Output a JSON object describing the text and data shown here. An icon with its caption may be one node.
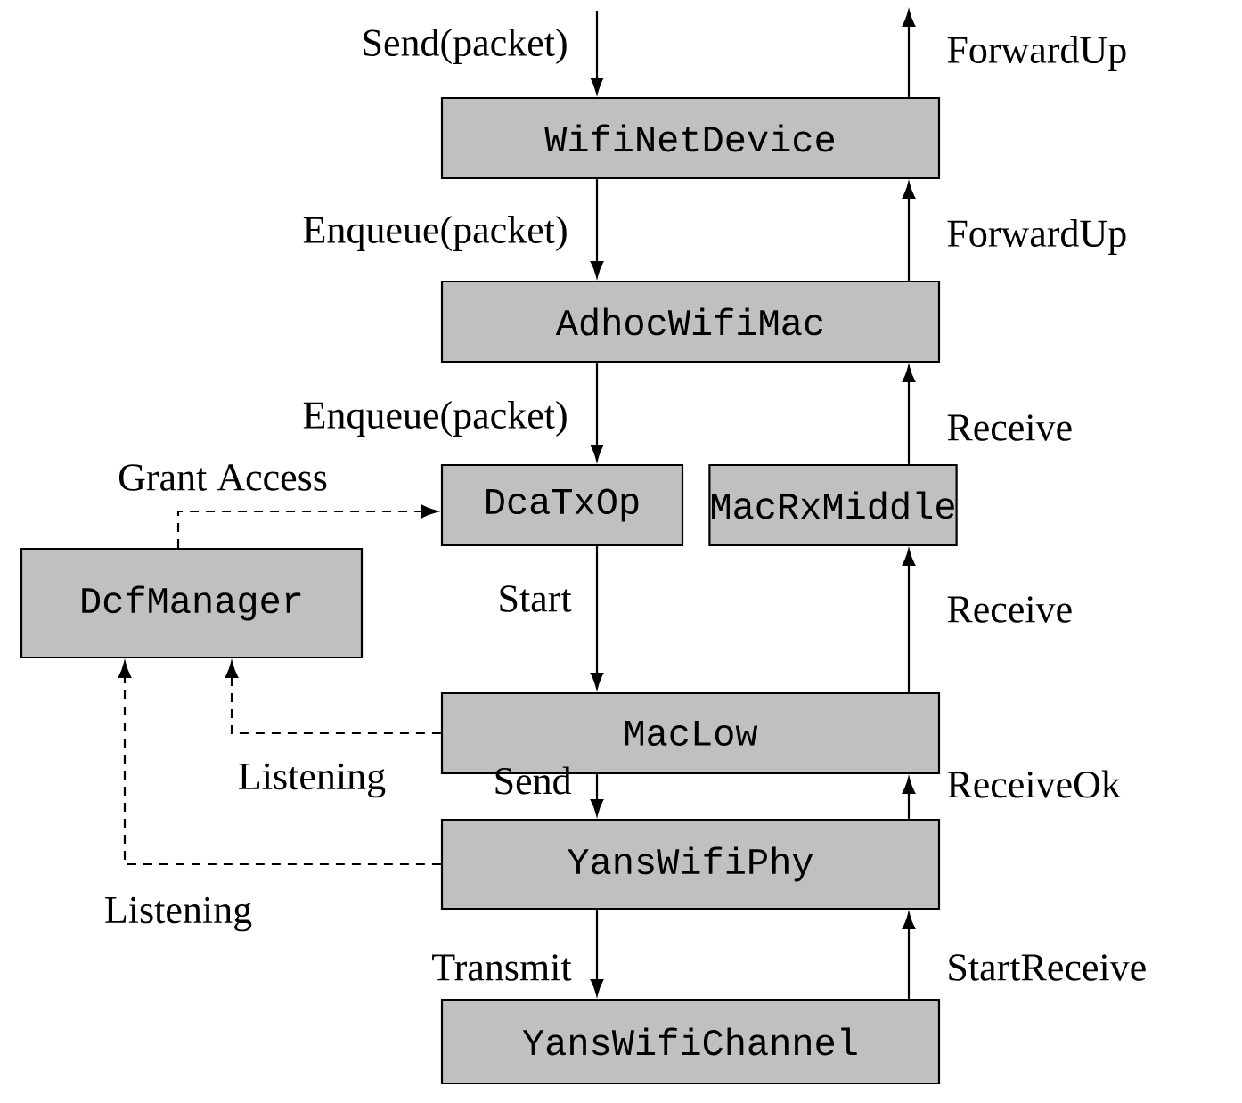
{
  "diagram": {
    "nodes": [
      {
        "text": [
          "WifiNetDevice"
        ]
      },
      {
        "text": [
          "AdhocWifiMac"
        ]
      },
      {
        "text": [
          "DcaTxOp"
        ]
      },
      {
        "text": [
          "MacRxMiddle"
        ]
      },
      {
        "text": [
          "DcfManager"
        ]
      },
      {
        "text": [
          "MacLow"
        ]
      },
      {
        "text": [
          "YansWifiPhy"
        ]
      },
      {
        "text": [
          "YansWifiChannel"
        ]
      }
    ],
    "edges": [
      {
        "from": null,
        "to": 0,
        "arrow": "to",
        "label": "Send(packet)"
      },
      {
        "from": 0,
        "to": null,
        "arrow": "to",
        "label": "ForwardUp"
      },
      {
        "from": 0,
        "to": 1,
        "arrow": "to",
        "label": "Enqueue(packet)"
      },
      {
        "from": 1,
        "to": 0,
        "arrow": "to",
        "label": "ForwardUp"
      },
      {
        "from": 1,
        "to": 2,
        "arrow": "to",
        "label": "Enqueue(packet)"
      },
      {
        "from": 3,
        "to": 1,
        "arrow": "to",
        "label": "Receive"
      },
      {
        "from": 4,
        "to": 2,
        "arrow": "to",
        "label": "Grant Access",
        "style": "dashed"
      },
      {
        "from": 2,
        "to": 5,
        "arrow": "to",
        "label": "Start"
      },
      {
        "from": 5,
        "to": 3,
        "arrow": "to",
        "label": "Receive"
      },
      {
        "from": 5,
        "to": 4,
        "arrow": "to",
        "label": "Listening",
        "style": "dashed"
      },
      {
        "from": 5,
        "to": 6,
        "arrow": "to",
        "label": "Send"
      },
      {
        "from": 6,
        "to": 5,
        "arrow": "to",
        "label": "ReceiveOk"
      },
      {
        "from": 6,
        "to": 4,
        "arrow": "to",
        "label": "Listening",
        "style": "dashed"
      },
      {
        "from": 6,
        "to": 7,
        "arrow": "to",
        "label": "Transmit"
      },
      {
        "from": 7,
        "to": 6,
        "arrow": "to",
        "label": "StartReceive"
      }
    ]
  }
}
